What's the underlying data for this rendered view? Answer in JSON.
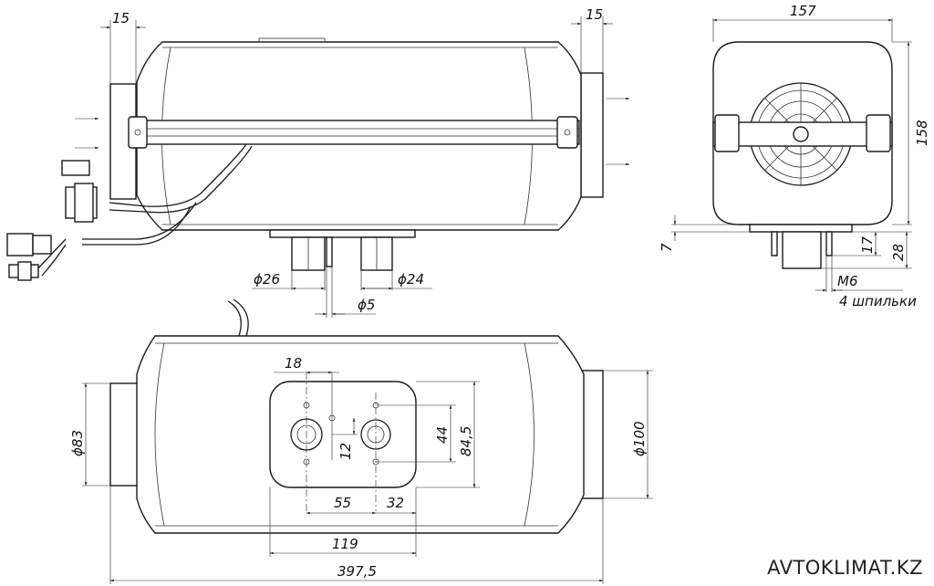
{
  "watermark": "AVTOKLIMAT.KZ",
  "side_view": {
    "flange_left_width": "15",
    "flange_right_width": "15",
    "inlet_diameter": "ϕ26",
    "outlet_diameter": "ϕ24",
    "drain_diameter": "ϕ5"
  },
  "end_view": {
    "width": "157",
    "height": "158",
    "stud_spec": "M6",
    "stud_count": "4 шпильки",
    "offset_7": "7",
    "offset_17": "17",
    "offset_28": "28"
  },
  "bottom_view": {
    "hole_offset": "18",
    "pipe_spacing_55": "55",
    "pipe_offset_32": "32",
    "plate_width": "119",
    "total_length": "397,5",
    "inlet_diameter": "ϕ83",
    "outlet_diameter": "ϕ100",
    "dim_12": "12",
    "dim_44": "44",
    "dim_84_5": "84,5"
  }
}
